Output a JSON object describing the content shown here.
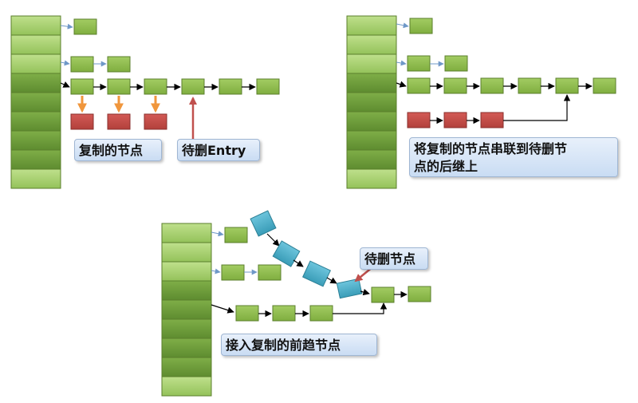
{
  "colors": {
    "bucket_light": "#a6cf72",
    "bucket_dark": "#6b9a3a",
    "node_green": "#8ab84a",
    "node_border": "#5b7f2c",
    "node_red": "#c0504d",
    "node_teal": "#4bacc6",
    "arrow_orange": "#f0963c",
    "arrow_red": "#c0504d",
    "arrow_blue": "#7aa2cf",
    "arrow_black": "#000000"
  },
  "labels": {
    "copied_nodes": "复制的节点",
    "pending_delete_entry": "待删Entry",
    "chain_to_successor": "将复制的节点串联到待删节\n点的后继上",
    "pending_delete_node": "待删节点",
    "connect_copied_predecessor": "接入复制的前趋节点"
  }
}
